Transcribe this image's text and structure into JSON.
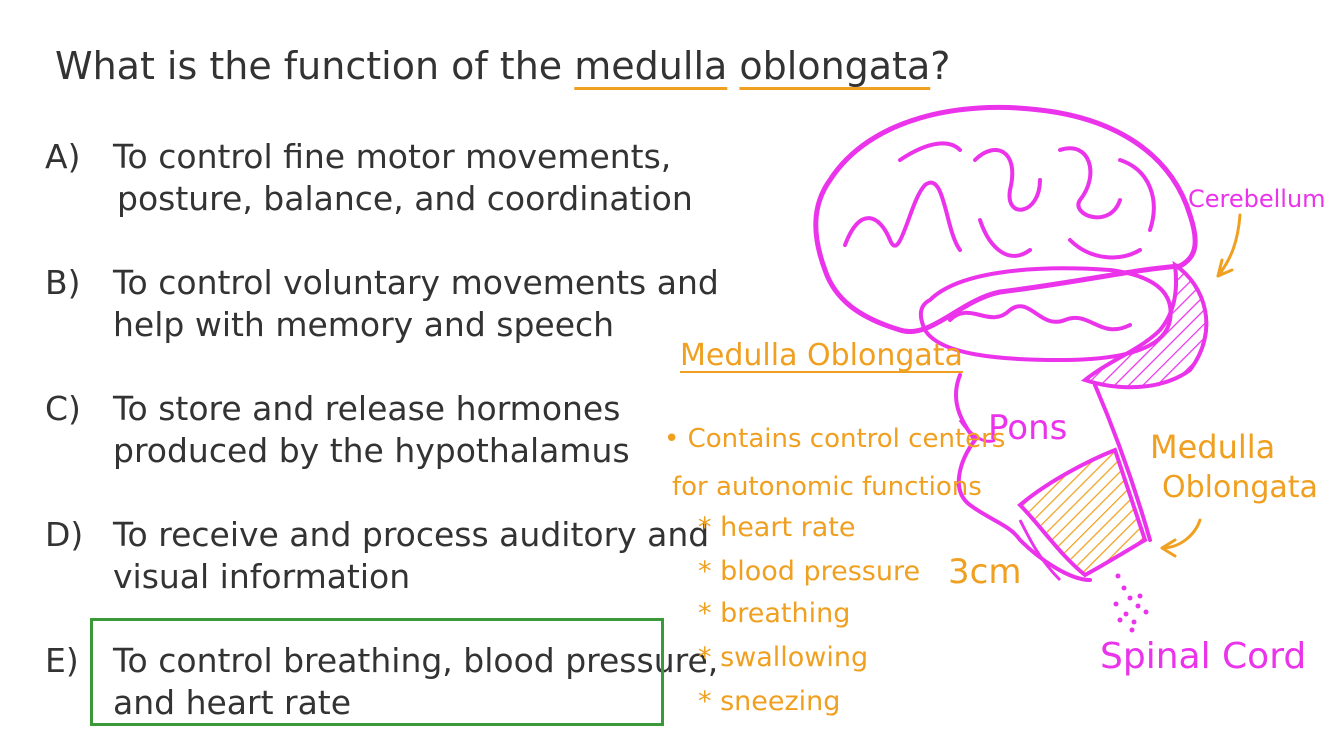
{
  "question": {
    "prefix": "What is the function of the",
    "highlight_1": "medulla",
    "highlight_2": "oblongata",
    "suffix": "?"
  },
  "options": [
    {
      "letter": "A)",
      "lines": [
        "To control fine motor movements,",
        "posture, balance, and coordination"
      ]
    },
    {
      "letter": "B)",
      "lines": [
        "To control voluntary movements and",
        "help with memory and speech"
      ]
    },
    {
      "letter": "C)",
      "lines": [
        "To store and release hormones",
        "produced by the hypothalamus"
      ]
    },
    {
      "letter": "D)",
      "lines": [
        "To receive and process auditory and",
        "visual information"
      ]
    },
    {
      "letter": "E)",
      "lines": [
        "To control breathing, blood pressure,",
        "and heart rate"
      ]
    }
  ],
  "notes": {
    "title": "Medulla Oblongata",
    "line1": "• Contains control centers",
    "line2": "for autonomic functions",
    "items": [
      "* heart rate",
      "* blood pressure",
      "* breathing",
      "* swallowing",
      "* sneezing"
    ]
  },
  "labels": {
    "cerebellum": "Cerebellum",
    "pons": "Pons",
    "medulla_line1": "Medulla",
    "medulla_line2": "Oblongata",
    "spinal_cord": "Spinal Cord",
    "size": "3cm"
  },
  "colors": {
    "text": "#333333",
    "accent_orange": "#f0a020",
    "brain_magenta": "#ea33ea",
    "answer_green": "#3a9a3a"
  }
}
